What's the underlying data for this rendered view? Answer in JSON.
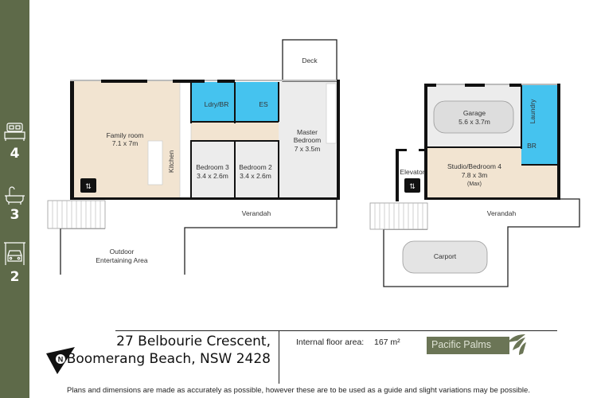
{
  "sidebar": {
    "color": "#5e6a49",
    "items": [
      {
        "icon": "bed-icon",
        "count": "4"
      },
      {
        "icon": "bath-icon",
        "count": "3"
      },
      {
        "icon": "car-garage-icon",
        "count": "2"
      }
    ]
  },
  "colors": {
    "living": "#f2e4d1",
    "wet": "#45c3ef",
    "bedroom": "#ececec",
    "wall": "#111111"
  },
  "plan": {
    "house": {
      "deck": "Deck",
      "family_room": {
        "name": "Family room",
        "size": "7.1 x 7m"
      },
      "kitchen": "Kitchen",
      "laundry_bath": "Ldry/BR",
      "ensuite": "ES",
      "master": {
        "line1": "Master",
        "line2": "Bedroom",
        "size": "7 x 3.5m"
      },
      "bedroom3": {
        "name": "Bedroom 3",
        "size": "3.4 x 2.6m"
      },
      "bedroom2": {
        "name": "Bedroom 2",
        "size": "3.4 x 2.6m"
      },
      "verandah": "Verandah",
      "outdoor": {
        "line1": "Outdoor",
        "line2": "Entertaining Area"
      }
    },
    "studio": {
      "garage": {
        "name": "Garage",
        "size": "5.6 x 3.7m"
      },
      "laundry": "Laundry",
      "bathroom": "BR",
      "elevator": "Elevator",
      "studio": {
        "name": "Studio/Bedroom 4",
        "size": "7.8 x 3m",
        "note": "(Max)"
      },
      "verandah": "Verandah",
      "carport": "Carport"
    }
  },
  "footer": {
    "address_line1": "27 Belbourie Crescent,",
    "address_line2": "Boomerang Beach, NSW 2428",
    "area_label": "Internal floor area:",
    "area_value": "167 m²",
    "logo_text": "Pacific Palms",
    "compass": "N",
    "disclaimer": "Plans and dimensions are made as accurately as possible, however these are to be used as a guide and slight variations may be possible."
  }
}
